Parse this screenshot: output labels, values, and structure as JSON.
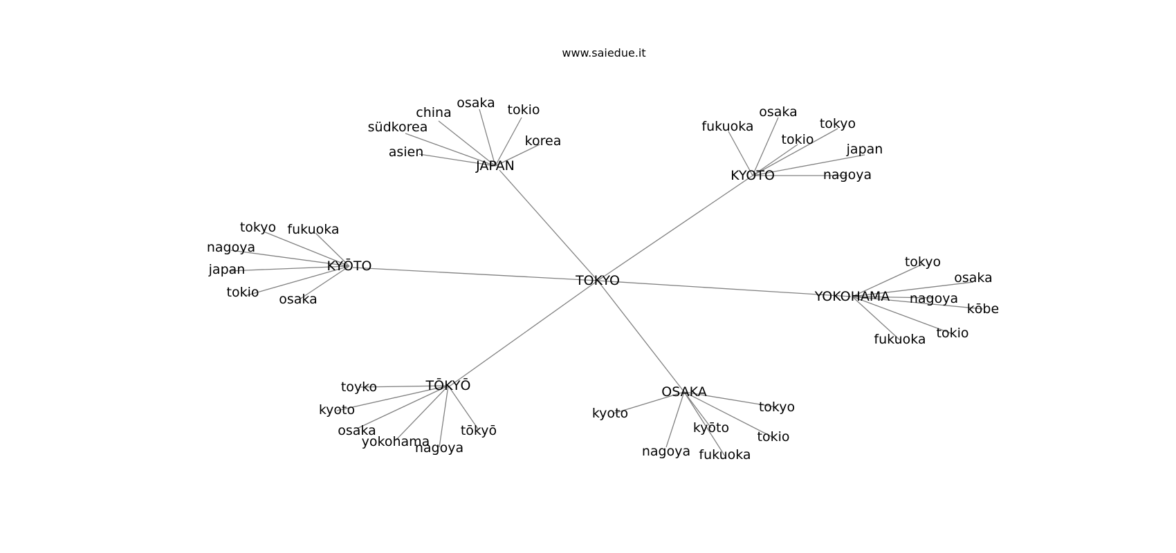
{
  "title": "www.saiedue.it",
  "colors": {
    "background": "#ffffff",
    "edge": "#808080",
    "text": "#000000"
  },
  "graph": {
    "root": "TOKYO",
    "hubs": [
      {
        "id": "japan",
        "label": "JAPAN",
        "leaves": [
          "asien",
          "südkorea",
          "china",
          "osaka",
          "tokio",
          "korea"
        ]
      },
      {
        "id": "kyoto",
        "label": "KYOTO",
        "leaves": [
          "fukuoka",
          "osaka",
          "tokio",
          "tokyo",
          "japan",
          "nagoya"
        ]
      },
      {
        "id": "kyoto-macron",
        "label": "KYŌTO",
        "leaves": [
          "tokyo",
          "fukuoka",
          "nagoya",
          "japan",
          "tokio",
          "osaka"
        ]
      },
      {
        "id": "yokohama",
        "label": "YOKOHAMA",
        "leaves": [
          "tokyo",
          "osaka",
          "nagoya",
          "kōbe",
          "tokio",
          "fukuoka"
        ]
      },
      {
        "id": "tokyo-macron",
        "label": "TŌKYŌ",
        "leaves": [
          "toyko",
          "kyoto",
          "osaka",
          "yokohama",
          "nagoya",
          "tōkyō"
        ]
      },
      {
        "id": "osaka",
        "label": "OSAKA",
        "leaves": [
          "kyoto",
          "nagoya",
          "kyōto",
          "fukuoka",
          "tokio",
          "tokyo"
        ]
      }
    ]
  }
}
